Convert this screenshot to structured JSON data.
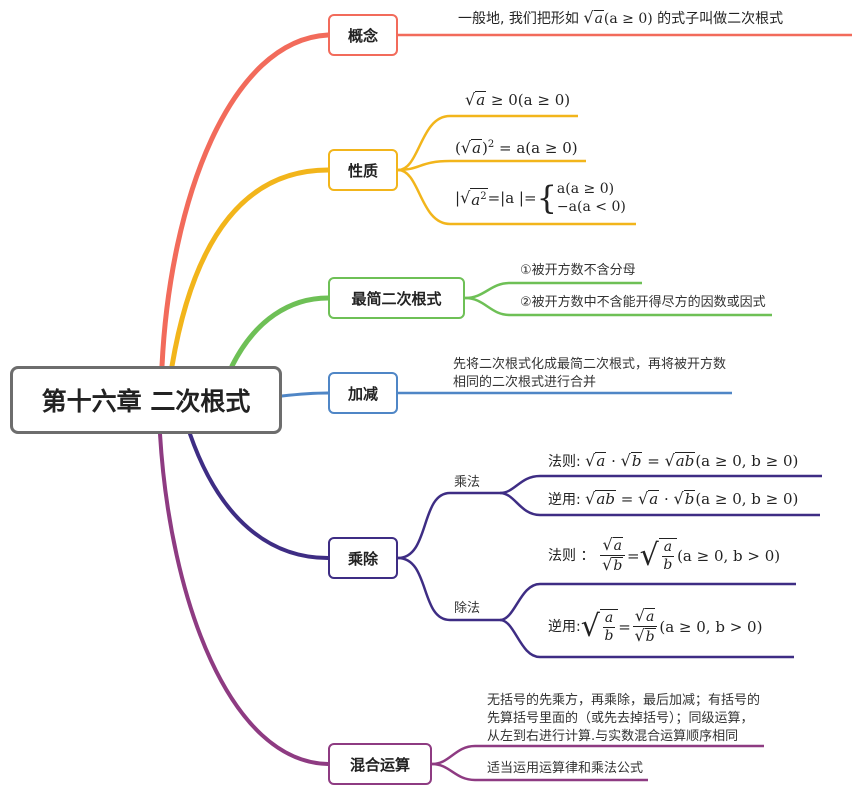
{
  "root": {
    "label": "第十六章 二次根式"
  },
  "colors": {
    "concept": "#f26b5b",
    "property": "#f2b51b",
    "simplest": "#6ec056",
    "addsub": "#4f86c6",
    "muldiv": "#3e2d84",
    "mixed": "#8e3b82",
    "root_border": "#6d6d6d"
  },
  "branches": {
    "concept": {
      "label": "概念",
      "text_pre": "一般地, 我们把形如 ",
      "radicand": "a",
      "cond": "(a ≥ 0)",
      "text_post": " 的式子叫做二次根式"
    },
    "property": {
      "label": "性质",
      "items": [
        {
          "radicand": "a",
          "rest": " ≥ 0(a ≥ 0)"
        },
        {
          "pre": "(",
          "radicand": "a",
          "mid": ")",
          "sup": "2",
          "rest": " = a(a ≥ 0)"
        },
        {
          "pre": "|",
          "radicand": "a",
          "sup": "2",
          "mid": " =|a |=",
          "case1": "a(a ≥ 0)",
          "case2": "−a(a < 0)"
        }
      ]
    },
    "simplest": {
      "label": "最简二次根式",
      "items": [
        "①被开方数不含分母",
        "②被开方数中不含能开得尽方的因数或因式"
      ]
    },
    "addsub": {
      "label": "加减",
      "lines": [
        "先将二次根式化成最简二次根式，再将被开方数",
        "相同的二次根式进行合并"
      ]
    },
    "muldiv": {
      "label": "乘除",
      "mul": {
        "label": "乘法",
        "rule_label": "法则: ",
        "rule_cond": "(a ≥ 0, b ≥ 0)",
        "inverse_label": "逆用: ",
        "inverse_cond": "(a ≥ 0, b ≥ 0)",
        "ra": "a",
        "rb": "b",
        "rab": "ab",
        "dot": " · ",
        "eq": " = "
      },
      "div": {
        "label": "除法",
        "rule_label": "法则 ：",
        "rule_cond": "(a ≥ 0, b > 0)",
        "inverse_label": "逆用: ",
        "inverse_cond": "(a ≥ 0, b > 0)",
        "ra": "a",
        "rb": "b",
        "eq": " = "
      }
    },
    "mixed": {
      "label": "混合运算",
      "lines": [
        "无括号的先乘方，再乘除，最后加减；有括号的",
        "先算括号里面的（或先去掉括号）；同级运算，",
        "从左到右进行计算.与实数混合运算顺序相同"
      ],
      "item2": "适当运用运算律和乘法公式"
    }
  }
}
